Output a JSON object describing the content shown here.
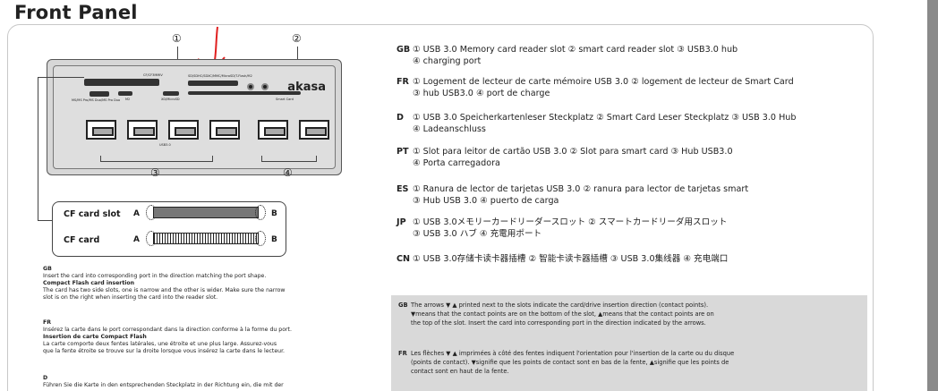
{
  "page": {
    "title": "Front Panel"
  },
  "device": {
    "brand": "akasa",
    "label_cf": "CF/CF3MMIV",
    "label_sd": "SD/SDHC/SDXC/MMC/MicroSD/T-Flash/M2",
    "label_ms": "MS/MS Pro/MS Duo/MS Pro Duo",
    "label_m2": "M2",
    "label_xd": "XD/MicroSD",
    "label_smart": "Smart Card",
    "label_usb": "USB3.0",
    "callouts": [
      "①",
      "②",
      "③",
      "④"
    ]
  },
  "cf": {
    "slot_label": "CF card slot",
    "card_label": "CF card",
    "a": "A",
    "b": "B"
  },
  "left_text": {
    "gb_code": "GB",
    "gb_line1": "Insert the card into corresponding port in the direction matching the port shape.",
    "gb_head": "Compact Flash card insertion",
    "gb_line2": "The card has two side slots, one is narrow and the other is wider. Make sure the narrow",
    "gb_line3": "slot is on the right when inserting the card into the reader slot.",
    "fr_code": "FR",
    "fr_line1": "Insérez la carte dans le port correspondant dans la direction conforme à la forme du port.",
    "fr_head": "Insertion de carte Compact Flash",
    "fr_line2": "La carte comporte deux fentes latérales, une étroite et une plus large. Assurez-vous",
    "fr_line3": "que la fente étroite se trouve sur la droite lorsque vous insérez la carte dans le lecteur.",
    "d_code": "D",
    "d_line1": "Führen Sie die Karte in den entsprechenden Steckplatz in der Richtung ein, die mit der"
  },
  "languages": [
    {
      "code": "GB",
      "line1": "① USB 3.0 Memory card reader slot  ② smart  card reader slot  ③ USB3.0 hub",
      "line2": "④ charging port"
    },
    {
      "code": "FR",
      "line1": "① Logement de lecteur de carte mémoire USB 3.0  ② logement de lecteur de Smart Card",
      "line2": "③ hub USB3.0  ④ port de charge"
    },
    {
      "code": "D",
      "line1": "① USB 3.0 Speicherkartenleser Steckplatz  ② Smart Card Leser Steckplatz  ③ USB 3.0 Hub",
      "line2": "④ Ladeanschluss"
    },
    {
      "code": "PT",
      "line1": "① Slot para leitor de cartão USB 3.0  ② Slot para smart card  ③ Hub USB3.0",
      "line2": "④ Porta carregadora"
    },
    {
      "code": "ES",
      "line1": "① Ranura de lector de tarjetas USB 3.0  ② ranura para lector de tarjetas smart",
      "line2": "③ Hub USB 3.0  ④ puerto de carga"
    },
    {
      "code": "JP",
      "line1": "① USB 3.0メモリーカードリーダースロット  ② スマートカードリーダ用スロット",
      "line2": "③ USB 3.0 ハブ  ④ 充電用ポート"
    },
    {
      "code": "CN",
      "line1": "① USB 3.0存储卡读卡器插槽  ② 智能卡读卡器插槽  ③ USB 3.0集线器  ④ 充电端口",
      "line2": ""
    }
  ],
  "gray_box": {
    "gb_code": "GB",
    "gb_line1": "The arrows ▼ ▲ printed next to the slots indicate the card/drive insertion direction (contact points).",
    "gb_line2": "▼means that the contact points are on the bottom of the slot, ▲means that the contact points are on",
    "gb_line3": "the top of the slot.  Insert the card into corresponding port in the direction indicated by the arrows.",
    "fr_code": "FR",
    "fr_line1": "Les flèches ▼ ▲ imprimées à côté des fentes indiquent l'orientation pour l'insertion de la carte ou du disque",
    "fr_line2": "(points de contact). ▼signifie que les points de contact sont en bas de la fente, ▲signifie que les points de",
    "fr_line3": "contact sont en haut de la fente."
  },
  "colors": {
    "annotation_arrow": "#e02020",
    "gray_box": "#d9d9d9"
  }
}
